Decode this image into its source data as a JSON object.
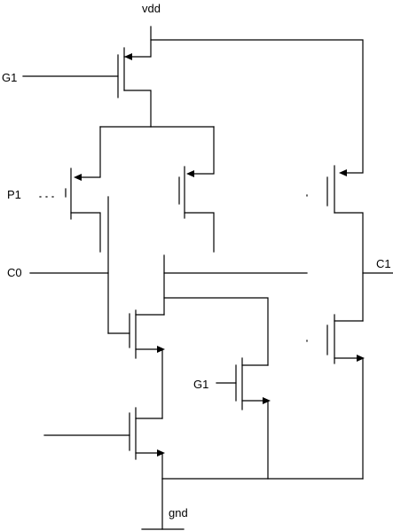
{
  "labels": {
    "vdd": "vdd",
    "gnd": "gnd",
    "g1_top": "G1",
    "g1_bottom": "G1",
    "p1": "P1",
    "c0": "C0",
    "c1": "C1"
  }
}
